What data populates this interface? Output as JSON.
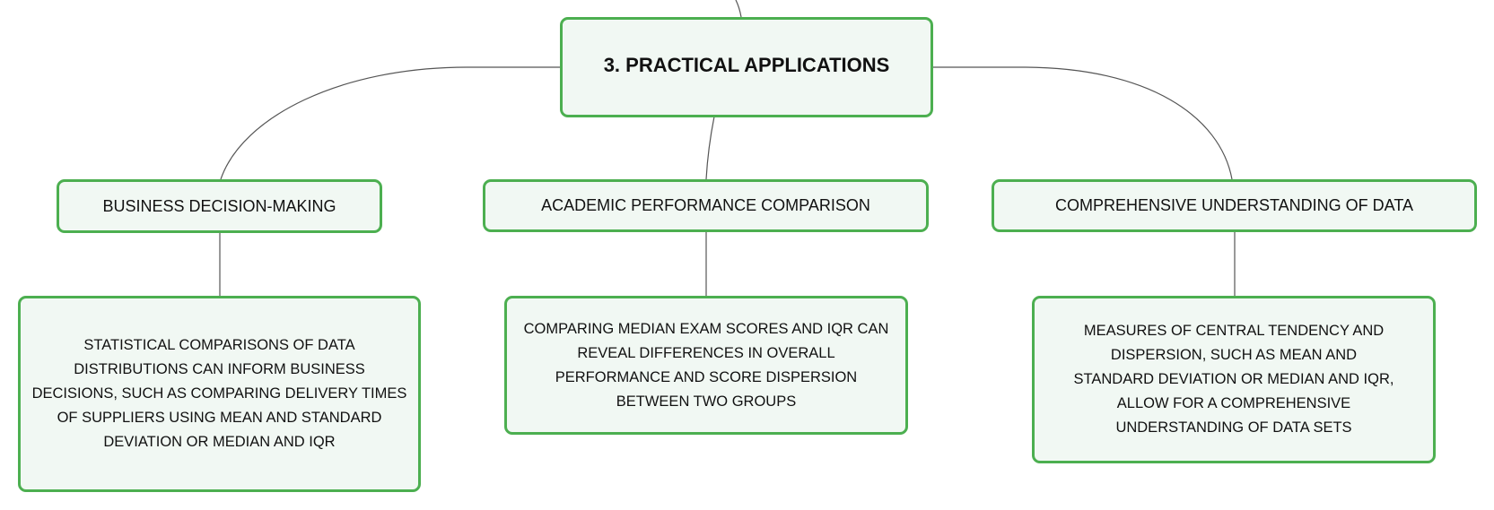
{
  "root": {
    "label": "3. PRACTICAL APPLICATIONS"
  },
  "branches": [
    {
      "label": "BUSINESS DECISION-MAKING",
      "detail": "STATISTICAL COMPARISONS OF DATA DISTRIBUTIONS CAN INFORM BUSINESS DECISIONS, SUCH AS COMPARING DELIVERY TIMES OF SUPPLIERS USING MEAN AND STANDARD DEVIATION OR MEDIAN AND IQR"
    },
    {
      "label": "ACADEMIC PERFORMANCE COMPARISON",
      "detail": "COMPARING MEDIAN EXAM SCORES AND IQR CAN REVEAL DIFFERENCES IN OVERALL PERFORMANCE AND SCORE DISPERSION BETWEEN TWO GROUPS"
    },
    {
      "label": "COMPREHENSIVE UNDERSTANDING OF DATA",
      "detail": "MEASURES OF CENTRAL TENDENCY AND DISPERSION, SUCH AS MEAN AND STANDARD DEVIATION OR MEDIAN AND IQR, ALLOW FOR A COMPREHENSIVE UNDERSTANDING OF DATA SETS"
    }
  ],
  "colors": {
    "border": "#4caf50",
    "fill": "#f1f8f3",
    "link": "#555555"
  }
}
